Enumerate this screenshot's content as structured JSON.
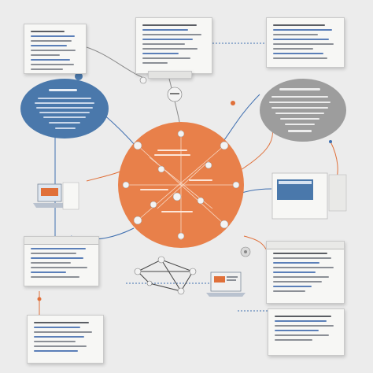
{
  "colors": {
    "background": "#ececec",
    "hub": "#e8804a",
    "left_node": "#4a78ab",
    "right_node": "#9d9d9d",
    "card": "#f7f7f5",
    "connector_blue": "#3f6fb0",
    "connector_orange": "#e0703a",
    "connector_gray": "#8a8a8a"
  },
  "nodes": {
    "hub": {
      "color": "#e8804a",
      "shape": "circle"
    },
    "left_node": {
      "color": "#4a78ab",
      "shape": "ellipse"
    },
    "right_node": {
      "color": "#9d9d9d",
      "shape": "ellipse"
    }
  },
  "cards": {
    "top_left": {
      "header_label": ""
    },
    "top_center": {
      "header_label": ""
    },
    "top_right": {
      "header_label": ""
    },
    "mid_left": {
      "header_label": ""
    },
    "bottom_right_main": {
      "header_label": ""
    },
    "bottom_left": {
      "header_label": ""
    },
    "bottom_right": {
      "header_label": ""
    }
  },
  "icons": {
    "laptop_left": "laptop-icon",
    "monitor_right": "monitor-icon",
    "laptop_bottom": "laptop-icon",
    "pin_icon": "pin-icon",
    "gear_icon": "gear-icon"
  }
}
